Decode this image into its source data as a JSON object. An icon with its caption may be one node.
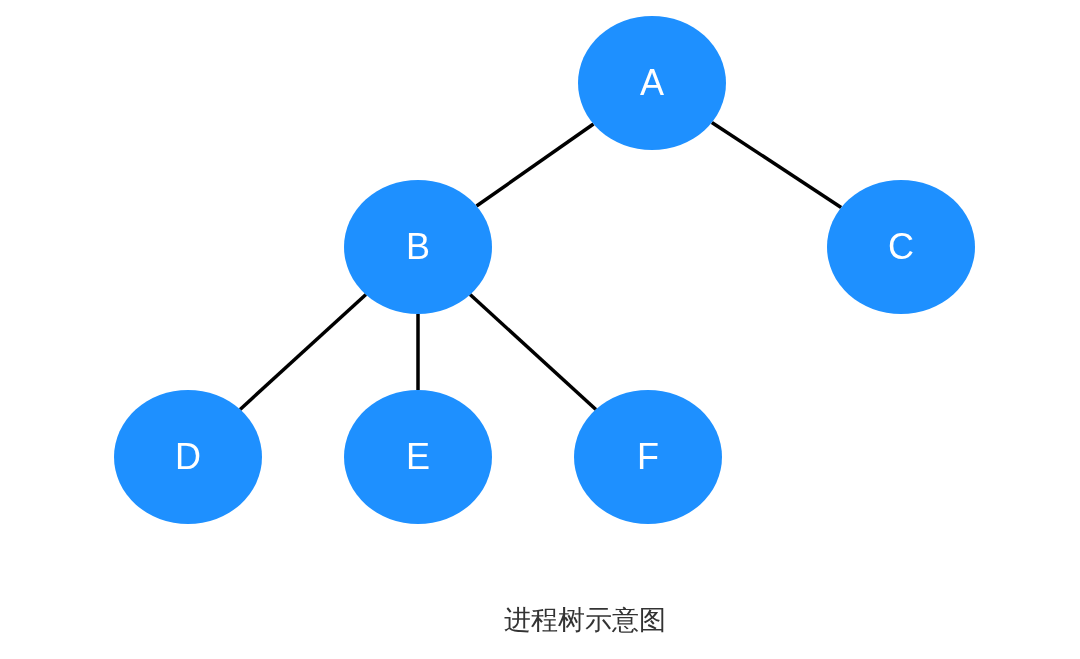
{
  "diagram": {
    "caption": "进程树示意图",
    "nodes": [
      {
        "text": [
          "A"
        ]
      },
      {
        "text": [
          "B"
        ]
      },
      {
        "text": [
          "C"
        ]
      },
      {
        "text": [
          "D"
        ]
      },
      {
        "text": [
          "E"
        ]
      },
      {
        "text": [
          "F"
        ]
      }
    ],
    "edges": [
      {
        "from": 0,
        "to": 1,
        "arrow": "none"
      },
      {
        "from": 0,
        "to": 2,
        "arrow": "none"
      },
      {
        "from": 1,
        "to": 3,
        "arrow": "none"
      },
      {
        "from": 1,
        "to": 4,
        "arrow": "none"
      },
      {
        "from": 1,
        "to": 5,
        "arrow": "none"
      }
    ]
  }
}
